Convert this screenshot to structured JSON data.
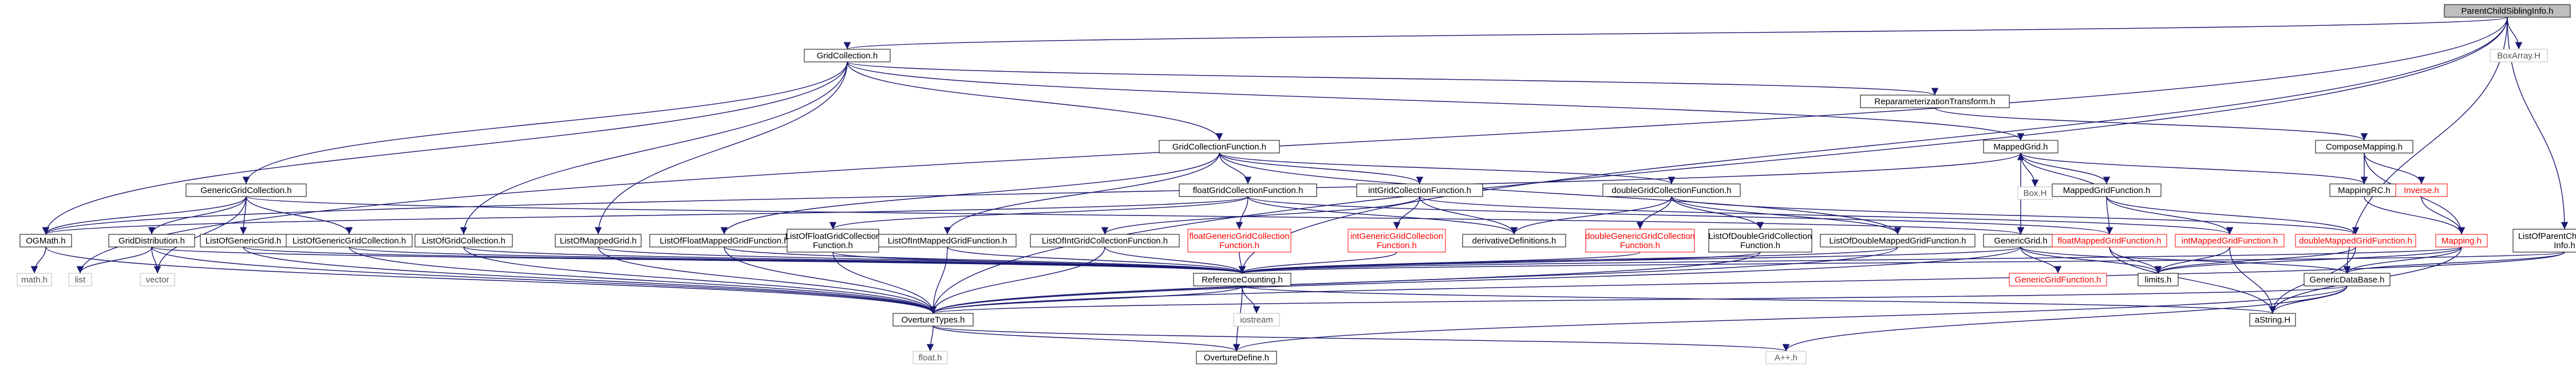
{
  "graph": {
    "root": "ParentChildSiblingInfo.h",
    "nodes": [
      {
        "id": "ParentChildSiblingInfo",
        "label": "ParentChildSiblingInfo.h",
        "style": "root"
      },
      {
        "id": "GridCollection",
        "label": "GridCollection.h",
        "style": "normal"
      },
      {
        "id": "BoxArray",
        "label": "BoxArray.H",
        "style": "grey"
      },
      {
        "id": "ReparamTransform",
        "label": "ReparameterizationTransform.h",
        "style": "normal"
      },
      {
        "id": "GridCollectionFunction",
        "label": "GridCollectionFunction.h",
        "style": "normal"
      },
      {
        "id": "ComposeMapping",
        "label": "ComposeMapping.h",
        "style": "normal"
      },
      {
        "id": "MappedGrid",
        "label": "MappedGrid.h",
        "style": "normal"
      },
      {
        "id": "GenericGridCollection",
        "label": "GenericGridCollection.h",
        "style": "normal"
      },
      {
        "id": "floatGridCollectionFunction",
        "label": "floatGridCollectionFunction.h",
        "style": "normal"
      },
      {
        "id": "intGridCollectionFunction",
        "label": "intGridCollectionFunction.h",
        "style": "normal"
      },
      {
        "id": "doubleGridCollectionFunction",
        "label": "doubleGridCollectionFunction.h",
        "style": "normal"
      },
      {
        "id": "BoxH",
        "label": "Box.H",
        "style": "grey"
      },
      {
        "id": "MappedGridFunction",
        "label": "MappedGridFunction.h",
        "style": "normal"
      },
      {
        "id": "MappingRC",
        "label": "MappingRC.h",
        "style": "normal"
      },
      {
        "id": "Inverse",
        "label": "Inverse.h",
        "style": "red"
      },
      {
        "id": "ListOfParentChildSiblingInfo",
        "label": "ListOfParentChildSibling\nInfo.h",
        "style": "normal"
      },
      {
        "id": "OGMath",
        "label": "OGMath.h",
        "style": "normal"
      },
      {
        "id": "GridDistribution",
        "label": "GridDistribution.h",
        "style": "normal"
      },
      {
        "id": "ListOfGenericGrid",
        "label": "ListOfGenericGrid.h",
        "style": "normal"
      },
      {
        "id": "ListOfGenericGridCollection",
        "label": "ListOfGenericGridCollection.h",
        "style": "normal"
      },
      {
        "id": "ListOfGridCollection",
        "label": "ListOfGridCollection.h",
        "style": "normal"
      },
      {
        "id": "ListOfMappedGrid",
        "label": "ListOfMappedGrid.h",
        "style": "normal"
      },
      {
        "id": "ListOfFloatMappedGridFunction",
        "label": "ListOfFloatMappedGridFunction.h",
        "style": "normal"
      },
      {
        "id": "ListOfFloatGridCollectionFunction",
        "label": "ListOfFloatGridCollection\nFunction.h",
        "style": "normal"
      },
      {
        "id": "ListOfIntMappedGridFunction",
        "label": "ListOfIntMappedGridFunction.h",
        "style": "normal"
      },
      {
        "id": "floatGenericGridCollectionFunction",
        "label": "floatGenericGridCollection\nFunction.h",
        "style": "red"
      },
      {
        "id": "ListOfIntGridCollectionFunction",
        "label": "ListOfIntGridCollectionFunction.h",
        "style": "normal"
      },
      {
        "id": "intGenericGridCollectionFunction",
        "label": "intGenericGridCollection\nFunction.h",
        "style": "red"
      },
      {
        "id": "derivativeDefinitions",
        "label": "derivativeDefinitions.h",
        "style": "normal"
      },
      {
        "id": "doubleGenericGridCollectionFunction",
        "label": "doubleGenericGridCollection\nFunction.h",
        "style": "red"
      },
      {
        "id": "ListOfDoubleGridCollectionFunction",
        "label": "ListOfDoubleGridCollection\nFunction.h",
        "style": "normal"
      },
      {
        "id": "ListOfDoubleMappedGridFunction",
        "label": "ListOfDoubleMappedGridFunction.h",
        "style": "normal"
      },
      {
        "id": "GenericGrid",
        "label": "GenericGrid.h",
        "style": "normal"
      },
      {
        "id": "floatMappedGridFunction",
        "label": "floatMappedGridFunction.h",
        "style": "red"
      },
      {
        "id": "intMappedGridFunction",
        "label": "intMappedGridFunction.h",
        "style": "red"
      },
      {
        "id": "doubleMappedGridFunction",
        "label": "doubleMappedGridFunction.h",
        "style": "red"
      },
      {
        "id": "Mapping",
        "label": "Mapping.h",
        "style": "red"
      },
      {
        "id": "mathH",
        "label": "math.h",
        "style": "grey"
      },
      {
        "id": "listH",
        "label": "list",
        "style": "grey"
      },
      {
        "id": "vectorH",
        "label": "vector",
        "style": "grey"
      },
      {
        "id": "ReferenceCounting",
        "label": "ReferenceCounting.h",
        "style": "normal"
      },
      {
        "id": "GenericGridFunction",
        "label": "GenericGridFunction.h",
        "style": "red"
      },
      {
        "id": "limits",
        "label": "limits.h",
        "style": "normal"
      },
      {
        "id": "GenericDataBase",
        "label": "GenericDataBase.h",
        "style": "normal"
      },
      {
        "id": "iostream",
        "label": "iostream",
        "style": "grey"
      },
      {
        "id": "aString",
        "label": "aString.H",
        "style": "normal"
      },
      {
        "id": "OvertureTypes",
        "label": "OvertureTypes.h",
        "style": "normal"
      },
      {
        "id": "floatH",
        "label": "float.h",
        "style": "grey"
      },
      {
        "id": "OvertureDefine",
        "label": "OvertureDefine.h",
        "style": "normal"
      },
      {
        "id": "App",
        "label": "A++.h",
        "style": "grey"
      }
    ],
    "edges": [
      [
        "ParentChildSiblingInfo",
        "GridCollection"
      ],
      [
        "ParentChildSiblingInfo",
        "BoxArray"
      ],
      [
        "ParentChildSiblingInfo",
        "ListOfParentChildSiblingInfo"
      ],
      [
        "ParentChildSiblingInfo",
        "ReferenceCounting"
      ],
      [
        "ParentChildSiblingInfo",
        "GenericDataBase"
      ],
      [
        "ParentChildSiblingInfo",
        "OvertureTypes"
      ],
      [
        "ParentChildSiblingInfo",
        "listH"
      ],
      [
        "GridCollection",
        "ReparamTransform"
      ],
      [
        "GridCollection",
        "GridCollectionFunction"
      ],
      [
        "GridCollection",
        "MappedGrid"
      ],
      [
        "GridCollection",
        "GenericGridCollection"
      ],
      [
        "GridCollection",
        "ListOfGridCollection"
      ],
      [
        "GridCollection",
        "ListOfMappedGrid"
      ],
      [
        "GridCollection",
        "OGMath"
      ],
      [
        "ReparamTransform",
        "ComposeMapping"
      ],
      [
        "ComposeMapping",
        "MappingRC"
      ],
      [
        "ComposeMapping",
        "Inverse"
      ],
      [
        "ComposeMapping",
        "Mapping"
      ],
      [
        "Inverse",
        "Mapping"
      ],
      [
        "MappingRC",
        "Mapping"
      ],
      [
        "GridCollectionFunction",
        "floatGridCollectionFunction"
      ],
      [
        "GridCollectionFunction",
        "intGridCollectionFunction"
      ],
      [
        "GridCollectionFunction",
        "doubleGridCollectionFunction"
      ],
      [
        "GridCollectionFunction",
        "ListOfFloatMappedGridFunction"
      ],
      [
        "GridCollectionFunction",
        "ListOfIntMappedGridFunction"
      ],
      [
        "GridCollectionFunction",
        "ListOfDoubleMappedGridFunction"
      ],
      [
        "MappedGrid",
        "MappedGridFunction"
      ],
      [
        "MappedGrid",
        "BoxH"
      ],
      [
        "MappedGrid",
        "GenericGrid"
      ],
      [
        "MappedGrid",
        "MappingRC"
      ],
      [
        "MappedGrid",
        "OGMath"
      ],
      [
        "MappedGridFunction",
        "MappedGrid"
      ],
      [
        "MappedGridFunction",
        "floatMappedGridFunction"
      ],
      [
        "MappedGridFunction",
        "intMappedGridFunction"
      ],
      [
        "MappedGridFunction",
        "doubleMappedGridFunction"
      ],
      [
        "GenericGridCollection",
        "OGMath"
      ],
      [
        "GenericGridCollection",
        "GridDistribution"
      ],
      [
        "GenericGridCollection",
        "ListOfGenericGrid"
      ],
      [
        "GenericGridCollection",
        "ListOfGenericGridCollection"
      ],
      [
        "GenericGridCollection",
        "GenericGrid"
      ],
      [
        "GenericGridCollection",
        "vectorH"
      ],
      [
        "floatGridCollectionFunction",
        "floatGenericGridCollectionFunction"
      ],
      [
        "floatGridCollectionFunction",
        "ListOfFloatGridCollectionFunction"
      ],
      [
        "floatGridCollectionFunction",
        "derivativeDefinitions"
      ],
      [
        "floatGridCollectionFunction",
        "floatMappedGridFunction"
      ],
      [
        "floatGridCollectionFunction",
        "OGMath"
      ],
      [
        "intGridCollectionFunction",
        "intGenericGridCollectionFunction"
      ],
      [
        "intGridCollectionFunction",
        "ListOfIntGridCollectionFunction"
      ],
      [
        "intGridCollectionFunction",
        "derivativeDefinitions"
      ],
      [
        "intGridCollectionFunction",
        "intMappedGridFunction"
      ],
      [
        "doubleGridCollectionFunction",
        "doubleGenericGridCollectionFunction"
      ],
      [
        "doubleGridCollectionFunction",
        "ListOfDoubleGridCollectionFunction"
      ],
      [
        "doubleGridCollectionFunction",
        "derivativeDefinitions"
      ],
      [
        "doubleGridCollectionFunction",
        "doubleMappedGridFunction"
      ],
      [
        "doubleGridCollectionFunction",
        "ListOfDoubleMappedGridFunction"
      ],
      [
        "ListOfParentChildSiblingInfo",
        "ReferenceCounting"
      ],
      [
        "ListOfParentChildSiblingInfo",
        "GenericDataBase"
      ],
      [
        "ListOfParentChildSiblingInfo",
        "OvertureTypes"
      ],
      [
        "OGMath",
        "mathH"
      ],
      [
        "OGMath",
        "OvertureTypes"
      ],
      [
        "GridDistribution",
        "listH"
      ],
      [
        "GridDistribution",
        "vectorH"
      ],
      [
        "GridDistribution",
        "ReferenceCounting"
      ],
      [
        "GridDistribution",
        "OvertureTypes"
      ],
      [
        "ListOfGenericGrid",
        "ReferenceCounting"
      ],
      [
        "ListOfGenericGrid",
        "OvertureTypes"
      ],
      [
        "ListOfGenericGridCollection",
        "ReferenceCounting"
      ],
      [
        "ListOfGenericGridCollection",
        "OvertureTypes"
      ],
      [
        "ListOfGridCollection",
        "ReferenceCounting"
      ],
      [
        "ListOfGridCollection",
        "OvertureTypes"
      ],
      [
        "ListOfMappedGrid",
        "ReferenceCounting"
      ],
      [
        "ListOfMappedGrid",
        "OvertureTypes"
      ],
      [
        "ListOfFloatMappedGridFunction",
        "ReferenceCounting"
      ],
      [
        "ListOfFloatMappedGridFunction",
        "OvertureTypes"
      ],
      [
        "ListOfFloatGridCollectionFunction",
        "ReferenceCounting"
      ],
      [
        "ListOfFloatGridCollectionFunction",
        "OvertureTypes"
      ],
      [
        "ListOfIntMappedGridFunction",
        "ReferenceCounting"
      ],
      [
        "ListOfIntMappedGridFunction",
        "OvertureTypes"
      ],
      [
        "floatGenericGridCollectionFunction",
        "ReferenceCounting"
      ],
      [
        "ListOfIntGridCollectionFunction",
        "ReferenceCounting"
      ],
      [
        "ListOfIntGridCollectionFunction",
        "OvertureTypes"
      ],
      [
        "intGenericGridCollectionFunction",
        "ReferenceCounting"
      ],
      [
        "doubleGenericGridCollectionFunction",
        "ReferenceCounting"
      ],
      [
        "ListOfDoubleGridCollectionFunction",
        "ReferenceCounting"
      ],
      [
        "ListOfDoubleGridCollectionFunction",
        "OvertureTypes"
      ],
      [
        "ListOfDoubleMappedGridFunction",
        "ReferenceCounting"
      ],
      [
        "ListOfDoubleMappedGridFunction",
        "OvertureTypes"
      ],
      [
        "GenericGrid",
        "ReferenceCounting"
      ],
      [
        "GenericGrid",
        "GenericGridFunction"
      ],
      [
        "GenericGrid",
        "limits"
      ],
      [
        "GenericGrid",
        "GenericDataBase"
      ],
      [
        "GenericGrid",
        "OvertureTypes"
      ],
      [
        "floatMappedGridFunction",
        "limits"
      ],
      [
        "floatMappedGridFunction",
        "aString"
      ],
      [
        "intMappedGridFunction",
        "limits"
      ],
      [
        "intMappedGridFunction",
        "aString"
      ],
      [
        "doubleMappedGridFunction",
        "limits"
      ],
      [
        "doubleMappedGridFunction",
        "aString"
      ],
      [
        "Mapping",
        "limits"
      ],
      [
        "Mapping",
        "GenericDataBase"
      ],
      [
        "Mapping",
        "aString"
      ],
      [
        "Mapping",
        "ReferenceCounting"
      ],
      [
        "ReferenceCounting",
        "iostream"
      ],
      [
        "ReferenceCounting",
        "OvertureTypes"
      ],
      [
        "ReferenceCounting",
        "OvertureDefine"
      ],
      [
        "ReferenceCounting",
        "aString"
      ],
      [
        "GenericDataBase",
        "aString"
      ],
      [
        "GenericDataBase",
        "OvertureTypes"
      ],
      [
        "GenericDataBase",
        "OvertureDefine"
      ],
      [
        "GenericDataBase",
        "App"
      ],
      [
        "OvertureTypes",
        "floatH"
      ],
      [
        "OvertureTypes",
        "OvertureDefine"
      ],
      [
        "OvertureTypes",
        "App"
      ]
    ]
  }
}
